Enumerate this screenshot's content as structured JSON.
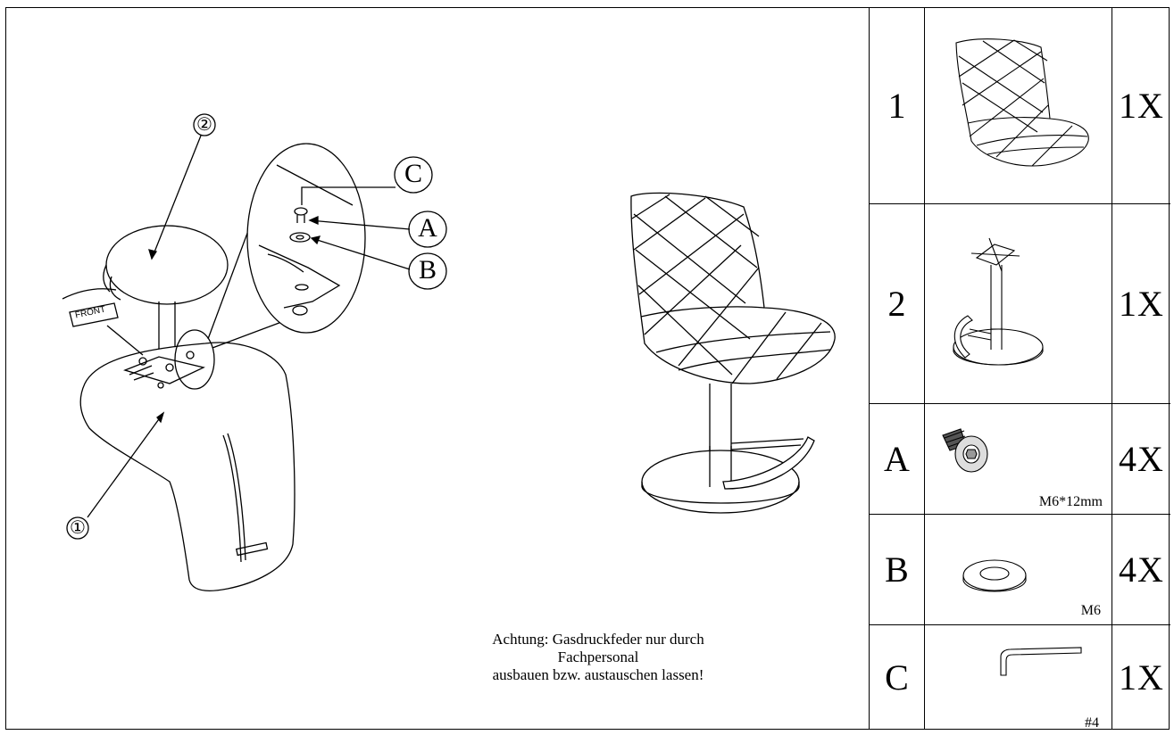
{
  "callouts": {
    "seat": "①",
    "base": "②",
    "screw": "A",
    "washer": "B",
    "key": "C"
  },
  "front_label": "FRONT",
  "notice": {
    "line1": "Achtung: Gasdruckfeder nur durch",
    "line2": "Fachpersonal",
    "line3": "ausbauen bzw. austauschen lassen!"
  },
  "parts": [
    {
      "id": "1",
      "qty": "1X",
      "icon": "seat-shell-icon",
      "spec": ""
    },
    {
      "id": "2",
      "qty": "1X",
      "icon": "base-column-icon",
      "spec": ""
    },
    {
      "id": "A",
      "qty": "4X",
      "icon": "hex-screw-icon",
      "spec": "M6*12mm"
    },
    {
      "id": "B",
      "qty": "4X",
      "icon": "washer-icon",
      "spec": "M6"
    },
    {
      "id": "C",
      "qty": "1X",
      "icon": "allen-key-icon",
      "spec": "#4"
    }
  ]
}
